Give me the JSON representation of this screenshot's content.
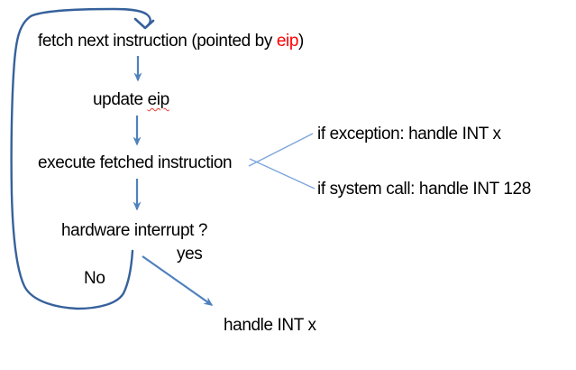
{
  "diagram": {
    "title": "instruction cycle with interrupt handling flowchart",
    "colors": {
      "background": "#ffffff",
      "arrow": "#4f81bd",
      "branch_line": "#7ca6dc",
      "loop_arrow": "#36619c",
      "text": "#000000",
      "highlight": "#ff0000",
      "squiggle": "#e23a2e"
    },
    "nodes": {
      "fetch": {
        "prefix": "fetch next instruction (pointed by ",
        "highlight": "eip",
        "suffix": ")"
      },
      "update": {
        "prefix": "update ",
        "misspelled": "eip"
      },
      "execute": {
        "label": "execute fetched instruction"
      },
      "exception": {
        "label": "if exception: handle INT x"
      },
      "syscall": {
        "label": "if system call: handle INT 128"
      },
      "hw_interrupt": {
        "label": "hardware interrupt ?"
      },
      "yes": {
        "label": "yes"
      },
      "no": {
        "label": "No"
      },
      "handle_int": {
        "label": "handle INT x"
      }
    }
  }
}
